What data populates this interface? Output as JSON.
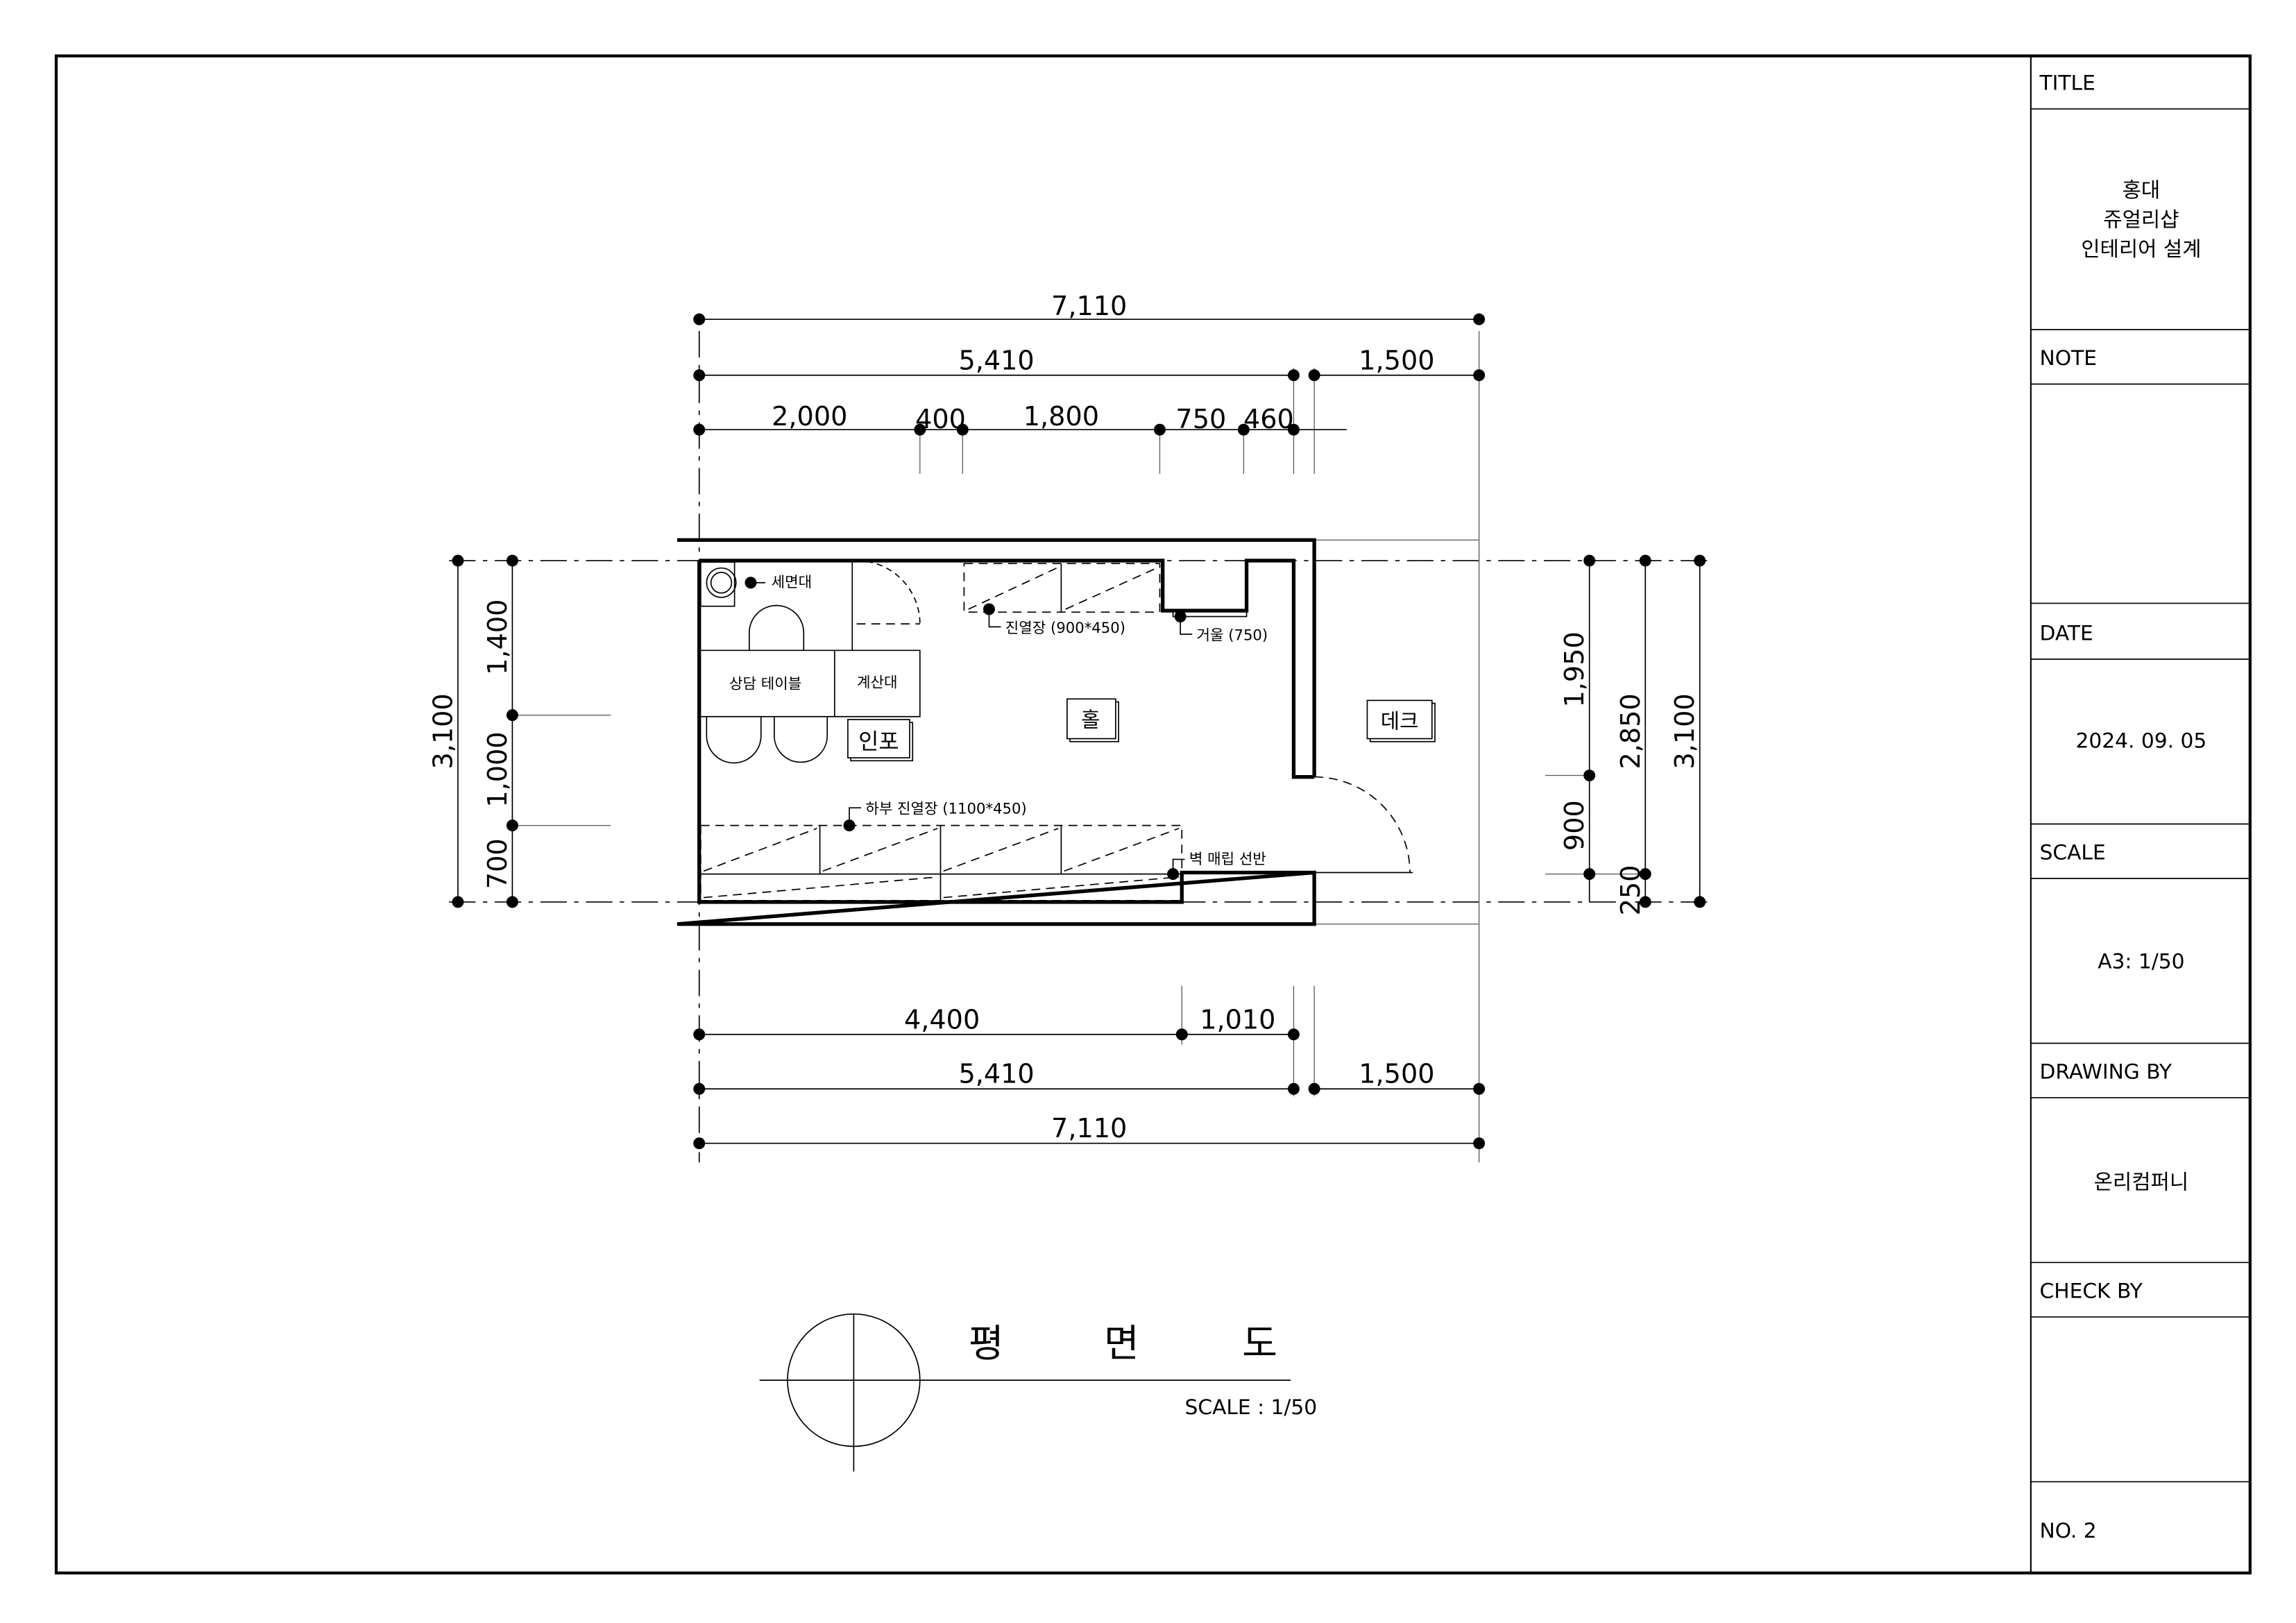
{
  "title_block": {
    "title_label": "TITLE",
    "title_lines": [
      "홍대",
      "쥬얼리샵",
      "인테리어 설계"
    ],
    "note_label": "NOTE",
    "date_label": "DATE",
    "date_value": "2024. 09. 05",
    "scale_label": "SCALE",
    "scale_value": "A3: 1/50",
    "drawing_by_label": "DRAWING BY",
    "drawing_by_value": "온리컴퍼니",
    "check_by_label": "CHECK BY",
    "number_label": "NO. 2"
  },
  "dimensions": {
    "top": {
      "total": "7,110",
      "main": "5,410",
      "deck": "1,500",
      "seg1": "2,000",
      "seg2": "400",
      "seg3": "1,800",
      "seg4": "750",
      "seg5": "460"
    },
    "bottom": {
      "seg1": "4,400",
      "seg2": "1,010",
      "main": "5,410",
      "deck": "1,500",
      "total": "7,110"
    },
    "left": {
      "total": "3,100",
      "seg1": "1,400",
      "seg2": "1,000",
      "seg3": "700"
    },
    "right": {
      "seg1": "1,950",
      "seg2": "900",
      "seg3": "250",
      "mid": "2,850",
      "total": "3,100"
    }
  },
  "rooms": {
    "sink": "세면대",
    "display_case": "진열장 (900*450)",
    "mirror": "거울 (750)",
    "consult_table": "상담 테이블",
    "counter": "계산대",
    "info": "인포",
    "hall": "홀",
    "deck": "데크",
    "lower_display": "하부 진열장 (1100*450)",
    "wall_shelf": "벽 매립 선반"
  },
  "drawing_title": {
    "chars": [
      "평",
      "면",
      "도"
    ],
    "scale": "SCALE : 1/50"
  }
}
